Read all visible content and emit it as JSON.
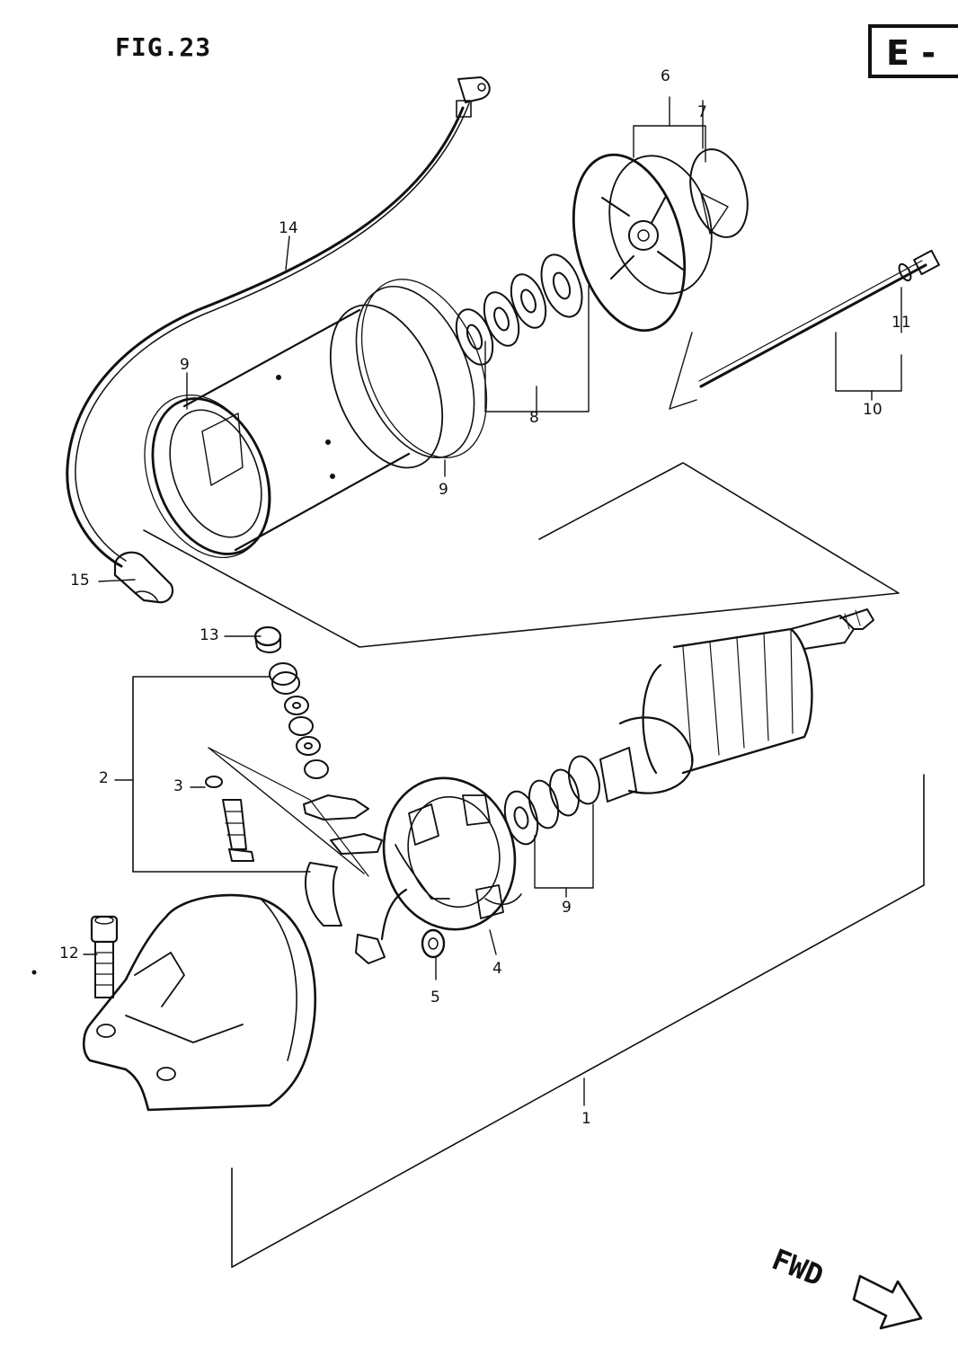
{
  "figure": {
    "title": "FIG.23",
    "section_code": "E -",
    "direction_label": "FWD"
  },
  "callouts": [
    {
      "id": "c1",
      "text": "1"
    },
    {
      "id": "c2",
      "text": "2"
    },
    {
      "id": "c3",
      "text": "3"
    },
    {
      "id": "c4",
      "text": "4"
    },
    {
      "id": "c5",
      "text": "5"
    },
    {
      "id": "c6",
      "text": "6"
    },
    {
      "id": "c7",
      "text": "7"
    },
    {
      "id": "c8",
      "text": "8"
    },
    {
      "id": "c9a",
      "text": "9"
    },
    {
      "id": "c9b",
      "text": "9"
    },
    {
      "id": "c9c",
      "text": "9"
    },
    {
      "id": "c10",
      "text": "10"
    },
    {
      "id": "c11",
      "text": "11"
    },
    {
      "id": "c12",
      "text": "12"
    },
    {
      "id": "c13",
      "text": "13"
    },
    {
      "id": "c14",
      "text": "14"
    },
    {
      "id": "c15",
      "text": "15"
    }
  ]
}
